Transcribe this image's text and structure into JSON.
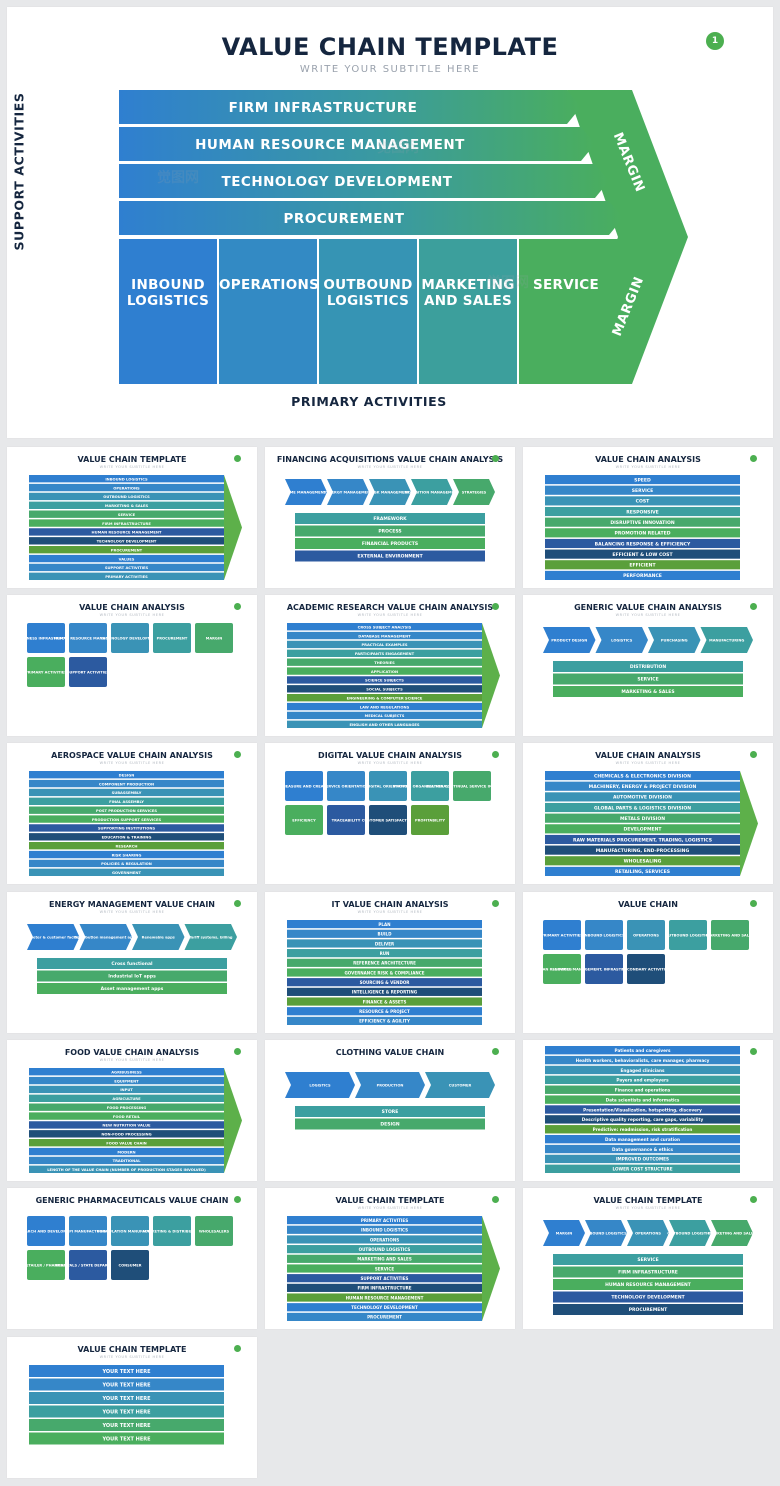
{
  "hero": {
    "title": "VALUE CHAIN TEMPLATE",
    "subtitle": "WRITE YOUR SUBTITLE HERE",
    "badge": "1",
    "support_label": "SUPPORT ACTIVITIES",
    "primary_label": "PRIMARY ACTIVITIES",
    "support_activities": [
      "FIRM INFRASTRUCTURE",
      "HUMAN RESOURCE MANAGEMENT",
      "TECHNOLOGY DEVELOPMENT",
      "PROCUREMENT"
    ],
    "primary_activities": [
      [
        "INBOUND",
        "LOGISTICS"
      ],
      [
        "OPERATIONS"
      ],
      [
        "OUTBOUND",
        "LOGISTICS"
      ],
      [
        "MARKETING",
        "AND SALES"
      ],
      [
        "SERVICE"
      ]
    ],
    "margin_top": "MARGIN",
    "margin_bottom": "MARGIN"
  },
  "colors": {
    "blue": "#2f7fd0",
    "teal": "#3a9aa0",
    "green": "#4aae5e",
    "navy": "#15263f",
    "badge": "#4caf50"
  },
  "watermark": "觉图网",
  "thumbnails": [
    {
      "title": "VALUE CHAIN TEMPLATE",
      "subtitle": "WRITE YOUR SUBTITLE HERE",
      "items": [
        "INBOUND LOGISTICS",
        "OPERATIONS",
        "OUTBOUND LOGISTICS",
        "MARKETING & SALES",
        "SERVICE",
        "FIRM INFRASTRUCTURE",
        "HUMAN RESOURCE MANAGEMENT",
        "TECHNOLOGY DEVELOPMENT",
        "PROCUREMENT",
        "VALUES",
        "SUPPORT ACTIVITIES",
        "PRIMARY ACTIVITIES"
      ]
    },
    {
      "title": "FINANCING ACQUISITIONS VALUE CHAIN ANALYSIS",
      "subtitle": "WRITE YOUR SUBTITLE HERE",
      "items": [
        "TIME MANAGEMENT",
        "SYNERGY MANAGEMENT",
        "RISK MANAGEMENT",
        "TRANSITION MANAGEMENT",
        "STRATEGIES",
        "FRAMEWORK",
        "PROCESS",
        "FINANCIAL PRODUCTS",
        "EXTERNAL ENVIRONMENT"
      ]
    },
    {
      "title": "VALUE CHAIN ANALYSIS",
      "subtitle": "WRITE YOUR SUBTITLE HERE",
      "items": [
        "SPEED",
        "SERVICE",
        "COST",
        "RESPONSIVE",
        "DISRUPTIVE INNOVATION",
        "PROMOTION RELATED",
        "BALANCING RESPONSE & EFFICIENCY",
        "EFFICIENT & LOW COST",
        "EFFICIENT",
        "PERFORMANCE"
      ]
    },
    {
      "title": "VALUE CHAIN ANALYSIS",
      "subtitle": "WRITE YOUR SUBTITLE HERE",
      "items": [
        "BUSINESS INFRASTRUCTURE",
        "HUMAN RESOURCE MANAGEMENT",
        "TECHNOLOGY DEVELOPMENT",
        "PROCUREMENT",
        "MARGIN",
        "PRIMARY ACTIVITIES",
        "SUPPORT ACTIVITIES"
      ]
    },
    {
      "title": "ACADEMIC RESEARCH VALUE CHAIN ANALYSIS",
      "subtitle": "WRITE YOUR SUBTITLE HERE",
      "items": [
        "CROSS SUBJECT ANALYSIS",
        "DATABASE MANAGEMENT",
        "PRACTICAL EXAMPLES",
        "PARTICIPANTS ENGAGEMENT",
        "THEORIES",
        "APPLICATION",
        "SCIENCE SUBJECTS",
        "SOCIAL SUBJECTS",
        "ENGINEERING & COMPUTER SCIENCE",
        "LAW AND REGULATIONS",
        "MEDICAL SUBJECTS",
        "ENGLISH AND OTHER LANGUAGES"
      ]
    },
    {
      "title": "GENERIC VALUE CHAIN ANALYSIS",
      "subtitle": "WRITE YOUR SUBTITLE HERE",
      "items": [
        "PRODUCT DESIGN",
        "LOGISTICS",
        "PURCHASING",
        "MANUFACTURING",
        "DISTRIBUTION",
        "SERVICE",
        "MARKETING & SALES"
      ]
    },
    {
      "title": "AEROSPACE VALUE CHAIN ANALYSIS",
      "subtitle": "WRITE YOUR SUBTITLE HERE",
      "items": [
        "DESIGN",
        "COMPONENT PRODUCTION",
        "SUBASSEMBLY",
        "FINAL ASSEMBLY",
        "POST PRODUCTION SERVICES",
        "PRODUCTION SUPPORT SERVICES",
        "SUPPORTING INSTITUTIONS",
        "EDUCATION & TRAINING",
        "RESEARCH",
        "RISK SHARING",
        "POLICIES & REGULATION",
        "GOVERNMENT"
      ]
    },
    {
      "title": "DIGITAL VALUE CHAIN ANALYSIS",
      "subtitle": "WRITE YOUR SUBTITLE HERE",
      "items": [
        "MANAGE, MEASURE AND CREATE INSIGHT",
        "SERVICE ORIENTATION",
        "DIGITAL ORIENTATION",
        "PROVIDE ORGANIZATIONAL CHANGE",
        "DELIVER CONTINUAL SERVICE IMPROVEMENT",
        "EFFICIENCY",
        "TRACEABILITY",
        "CUSTOMER SATISFACTION",
        "PROFITABILITY"
      ]
    },
    {
      "title": "VALUE CHAIN ANALYSIS",
      "subtitle": "WRITE YOUR SUBTITLE HERE",
      "items": [
        "CHEMICALS & ELECTRONICS DIVISION",
        "MACHINERY, ENERGY & PROJECT DIVISION",
        "AUTOMOTIVE DIVISION",
        "GLOBAL PARTS & LOGISTICS DIVISION",
        "METALS DIVISION",
        "DEVELOPMENT",
        "RAW MATERIALS PROCUREMENT, TRADING, LOGISTICS",
        "MANUFACTURING, END-PROCESSING",
        "WHOLESALING",
        "RETAILING, SERVICES"
      ]
    },
    {
      "title": "ENERGY MANAGEMENT VALUE CHAIN",
      "subtitle": "WRITE YOUR SUBTITLE HERE",
      "items": [
        "Smart meter & customer facing apps",
        "Distribution management apps",
        "Renewable apps",
        "Tariff systems, billing",
        "Cross functional",
        "Industrial IoT apps",
        "Asset management apps"
      ]
    },
    {
      "title": "IT VALUE CHAIN ANALYSIS",
      "subtitle": "WRITE YOUR SUBTITLE HERE",
      "items": [
        "PLAN",
        "BUILD",
        "DELIVER",
        "RUN",
        "REFERENCE ARCHITECTURE",
        "GOVERNANCE RISK & COMPLIANCE",
        "SOURCING & VENDOR",
        "INTELLIGENCE & REPORTING",
        "FINANCE & ASSETS",
        "RESOURCE & PROJECT",
        "EFFICIENCY & AGILITY"
      ]
    },
    {
      "title": "VALUE CHAIN",
      "subtitle": "",
      "items": [
        "PRIMARY ACTIVITIES",
        "INBOUND LOGISTICS",
        "OPERATIONS",
        "OUTBOUND LOGISTICS",
        "MARKETING AND SALES",
        "SERVICES",
        "PROCUREMENT, HUMAN RESOURCE MANAGEMENT, INFRASTRUCTURE, TECHNOLOGICAL DEVELOPMENT",
        "SECONDARY ACTIVITIES"
      ]
    },
    {
      "title": "FOOD VALUE CHAIN ANALYSIS",
      "subtitle": "WRITE YOUR SUBTITLE HERE",
      "items": [
        "AGRIBUSINESS",
        "EQUIPMENT",
        "INPUT",
        "AGRICULTURE",
        "FOOD PROCESSING",
        "FOOD RETAIL",
        "NEW NUTRITION VALUE",
        "NON-FOOD PROCESSING",
        "FOOD VALUE CHAIN",
        "MODERN",
        "TRADITIONAL",
        "LENGTH OF THE VALUE CHAIN (NUMBER OF PRODUCTION STAGES INVOLVED)"
      ]
    },
    {
      "title": "CLOTHING VALUE CHAIN",
      "subtitle": "",
      "items": [
        "LOGISTICS",
        "PRODUCTION",
        "CUSTOMER",
        "STORE",
        "DESIGN"
      ]
    },
    {
      "title": "",
      "subtitle": "",
      "items": [
        "Patients and caregivers",
        "Health workers, behavioralists, care manager, pharmacy",
        "Engaged clinicians",
        "Payers and employers",
        "Finance and operations",
        "Data scientists and informatics",
        "Presentation/Visualization, hotspotting, discovery",
        "Descriptive quality reporting, care gaps, variability",
        "Predictive: readmission, risk stratification",
        "Data management and curation",
        "Data governance & ethics",
        "IMPROVED OUTCOMES",
        "LOWER COST STRUCTURE"
      ]
    },
    {
      "title": "GENERIC PHARMACEUTICALS VALUE CHAIN",
      "subtitle": "",
      "items": [
        "RESEARCH AND DEVELOPMENT",
        "API MANUFACTURING",
        "FORMULATION MANUFACTURING",
        "MARKETING & DISTRIBUTION",
        "WHOLESALERS",
        "RETAILER / PHARMACY",
        "HOSPITALS / STATE DEPARTMENT",
        "CONSUMER"
      ]
    },
    {
      "title": "VALUE CHAIN TEMPLATE",
      "subtitle": "WRITE YOUR SUBTITLE HERE",
      "items": [
        "PRIMARY ACTIVITIES",
        "INBOUND LOGISTICS",
        "OPERATIONS",
        "OUTBOUND LOGISTICS",
        "MARKETING AND SALES",
        "SERVICE",
        "SUPPORT ACTIVITIES",
        "FIRM INFRASTRUCTURE",
        "HUMAN RESOURCE MANAGEMENT",
        "TECHNOLOGY DEVELOPMENT",
        "PROCUREMENT"
      ]
    },
    {
      "title": "VALUE CHAIN TEMPLATE",
      "subtitle": "WRITE YOUR SUBTITLE HERE",
      "items": [
        "MARGIN",
        "INBOUND LOGISTICS",
        "OPERATIONS",
        "OUTBOUND LOGISTICS",
        "MARKETING AND SALES",
        "SERVICE",
        "FIRM INFRASTRUCTURE",
        "HUMAN RESOURCE MANAGEMENT",
        "TECHNOLOGY DEVELOPMENT",
        "PROCUREMENT"
      ]
    },
    {
      "title": "VALUE CHAIN TEMPLATE",
      "subtitle": "WRITE YOUR SUBTITLE HERE",
      "items": [
        "YOUR TEXT HERE",
        "YOUR TEXT HERE",
        "YOUR TEXT HERE",
        "YOUR TEXT HERE",
        "YOUR TEXT HERE",
        "YOUR TEXT HERE"
      ]
    }
  ]
}
